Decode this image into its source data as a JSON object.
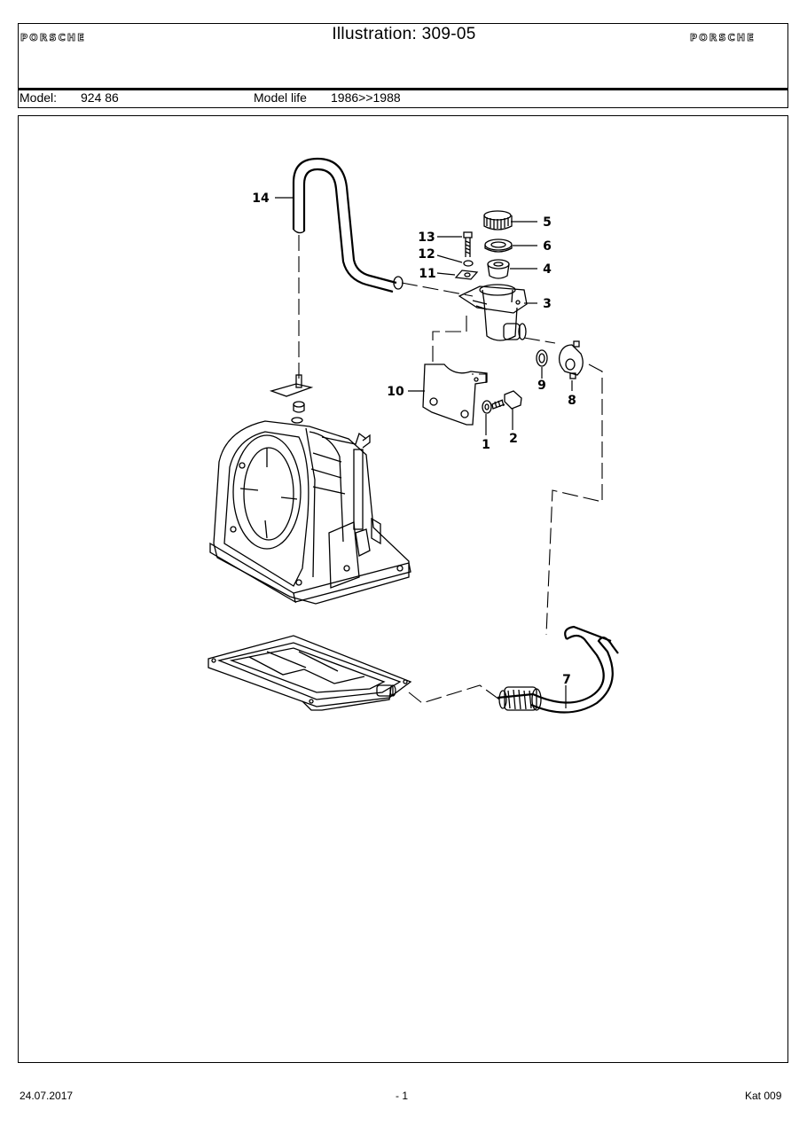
{
  "header": {
    "title": "Illustration: 309-05",
    "brand_left": "PORSCHE",
    "brand_right": "PORSCHE"
  },
  "model_row": {
    "model_label": "Model:",
    "model_value": "924 86",
    "model_life_label": "Model life",
    "model_life_value": "1986>>1988"
  },
  "diagram": {
    "callouts": [
      "1",
      "2",
      "3",
      "4",
      "5",
      "6",
      "7",
      "8",
      "9",
      "10",
      "11",
      "12",
      "13",
      "14"
    ]
  },
  "footer": {
    "date": "24.07.2017",
    "page": "- 1",
    "catalog": "Kat 009"
  }
}
